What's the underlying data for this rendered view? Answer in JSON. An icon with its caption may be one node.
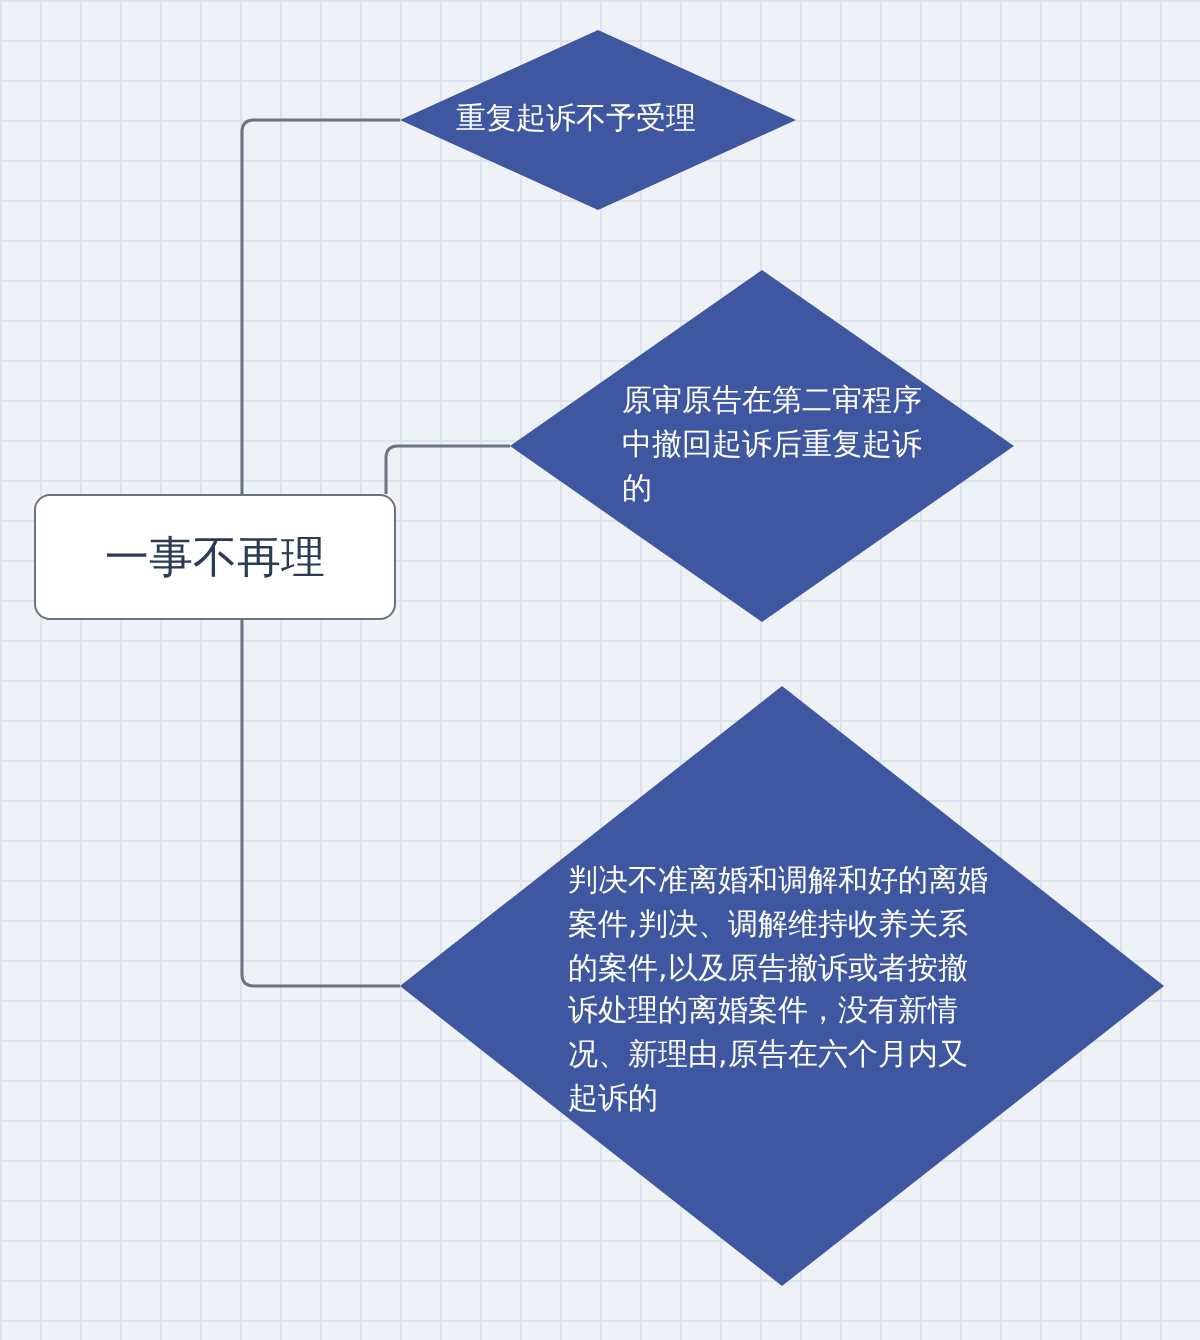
{
  "diagram": {
    "nodes": [
      {
        "text": [
          "一事不再理"
        ]
      },
      {
        "text": [
          "重复起诉不予受理"
        ]
      },
      {
        "text": [
          "原审原告在第二审程序中撤回起诉后重复起诉的"
        ]
      },
      {
        "text": [
          "判决不准离婚和调解和好的离婚案件,判决、调解维持收养关系的案件,以及原告撤诉或者按撤诉处理的离婚案件，没有新情况、新理由,原告在六个月内又起诉的"
        ]
      }
    ],
    "edges": [
      {
        "from": 0,
        "to": 1,
        "arrow": "none"
      },
      {
        "from": 0,
        "to": 2,
        "arrow": "none"
      },
      {
        "from": 0,
        "to": 3,
        "arrow": "none"
      }
    ]
  }
}
